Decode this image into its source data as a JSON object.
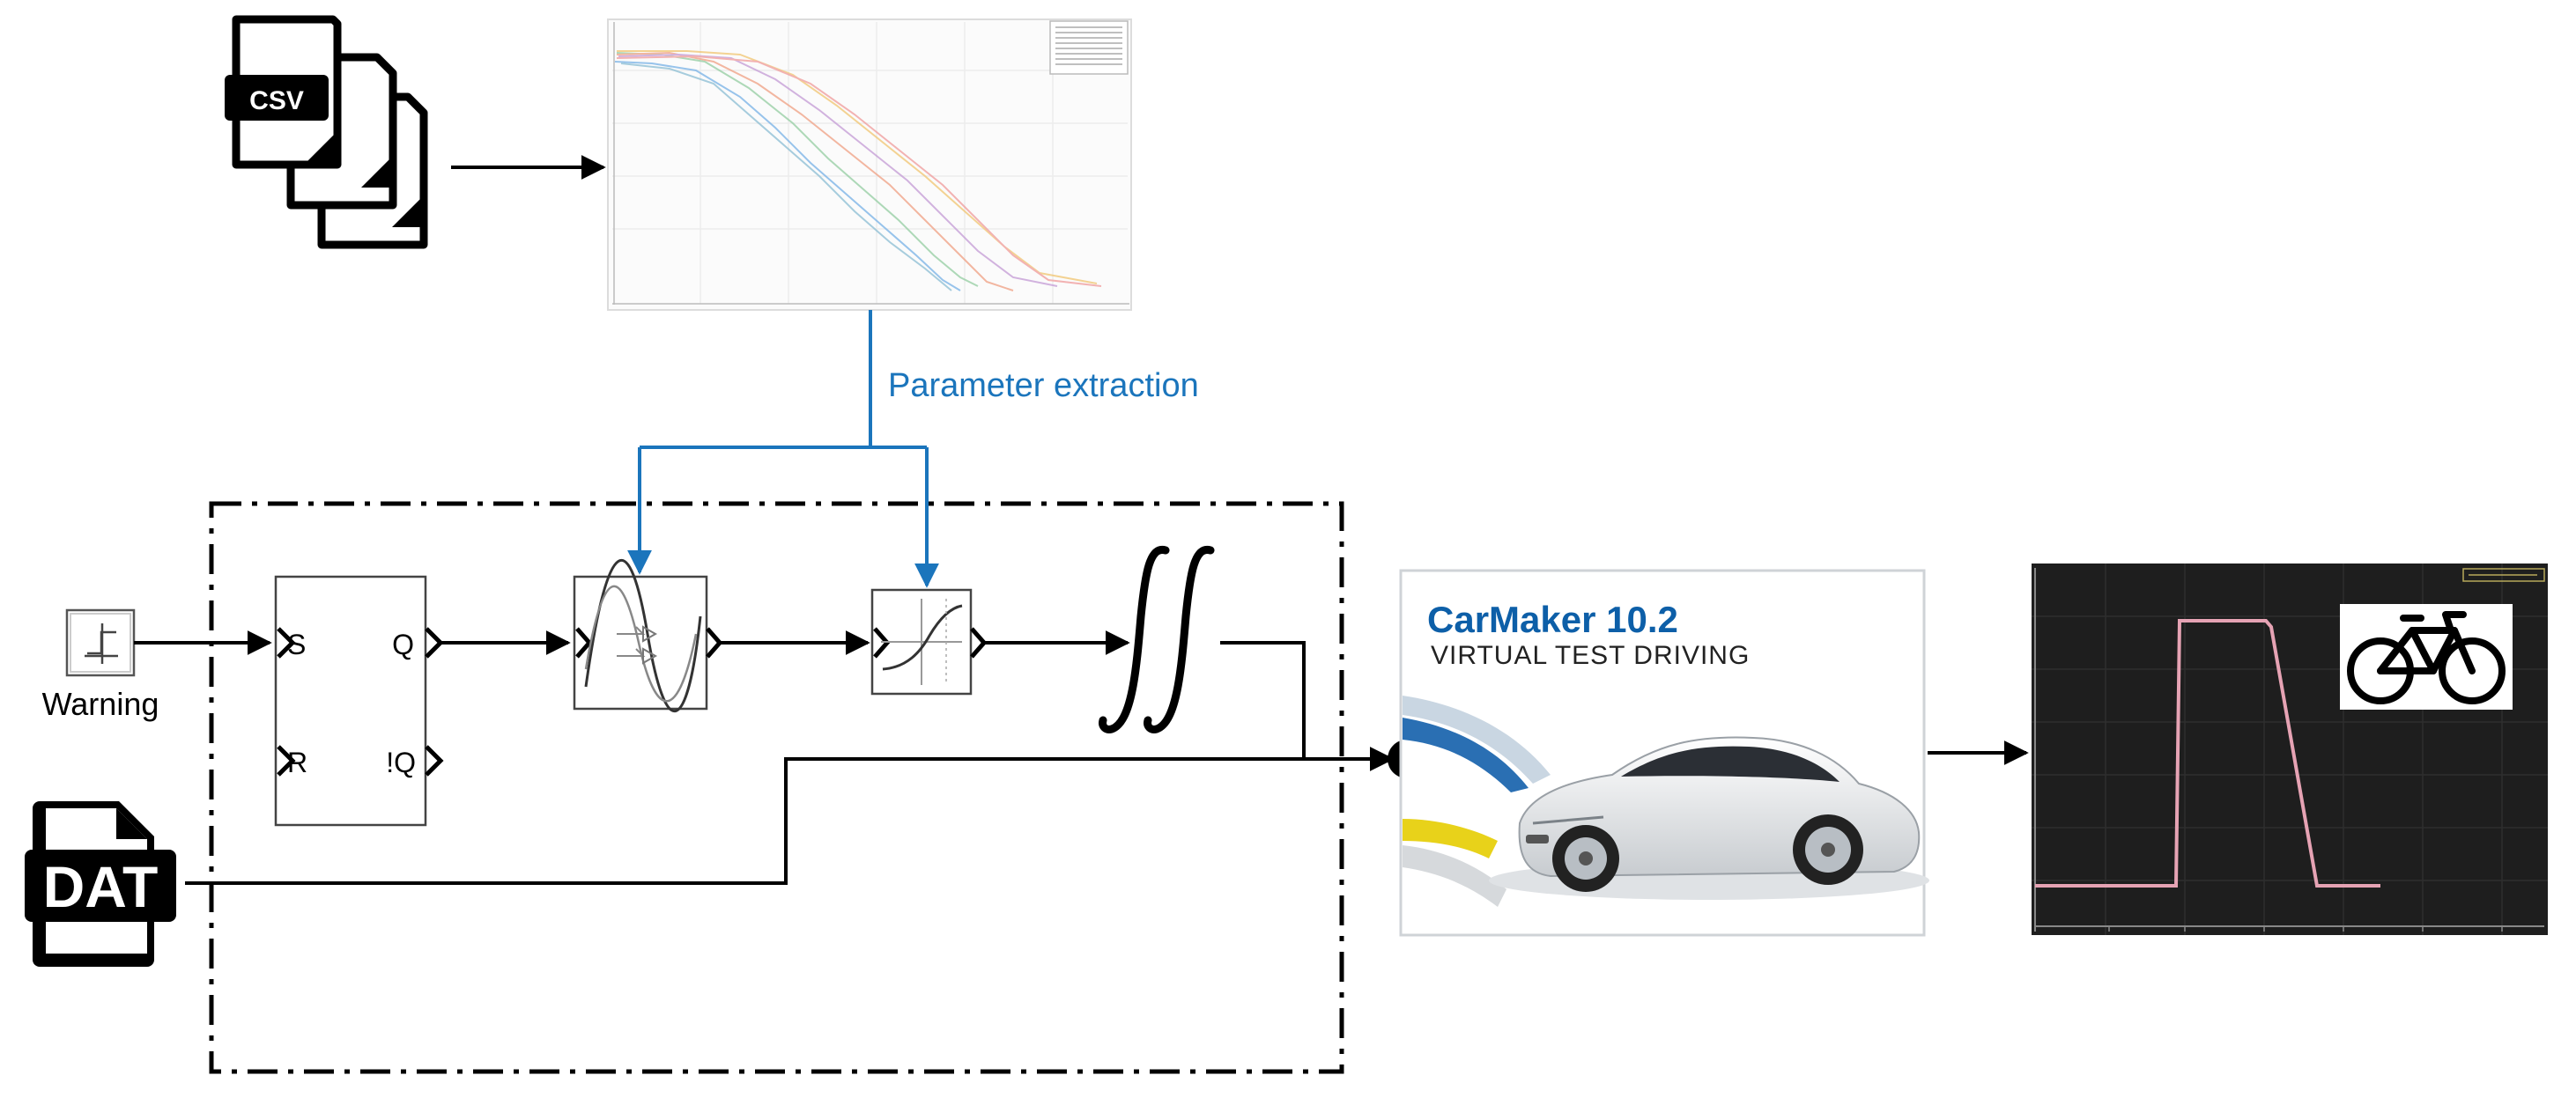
{
  "files": {
    "csv_label": "CSV",
    "dat_label": "DAT"
  },
  "flow": {
    "parameter_extraction": "Parameter extraction",
    "warning_label": "Warning"
  },
  "flipflop": {
    "s": "S",
    "r": "R",
    "q": "Q",
    "notq": "!Q"
  },
  "carmaker": {
    "title": "CarMaker 10.2",
    "subtitle": "VIRTUAL TEST DRIVING"
  },
  "colors": {
    "accent_blue": "#1b75bc",
    "carmaker_blue": "#0d5fa8",
    "scope_bg": "#1e1e1e",
    "scope_trace": "#e6a3b4",
    "black": "#000000"
  },
  "icons": {
    "csv": "csv-file-stack-icon",
    "dat": "dat-file-icon",
    "step": "step-block-icon",
    "bicycle": "bicycle-icon",
    "integrator": "double-integral-icon",
    "car": "sports-car-icon"
  }
}
